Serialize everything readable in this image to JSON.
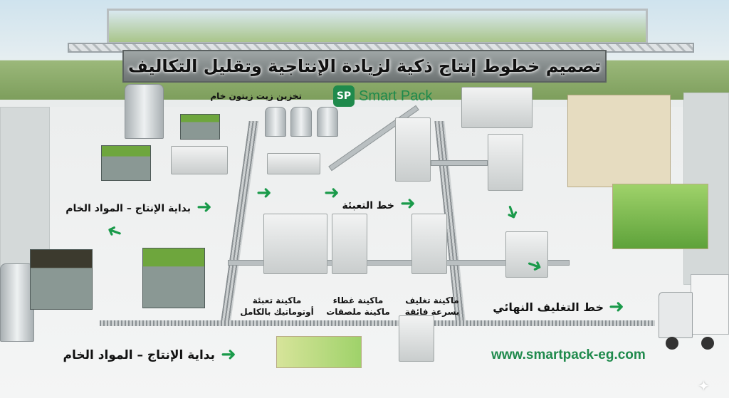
{
  "title": "تصميم خطوط إنتاج ذكية لزيادة الإنتاجية وتقليل التكاليف",
  "brand": {
    "name": "Smart Pack",
    "mark": "SP",
    "color": "#1f8a4c"
  },
  "labels": {
    "oil_storage": "تخزين زيت زيتون خام",
    "start_raw_1": "بداية الإنتاج – المواد الخام",
    "filling_line": "خط التعبئة",
    "filler_machine_1": "ماكينة تعبئة",
    "filler_machine_2": "أوتوماتيك بالكامل",
    "capper_machine_1": "ماكينة غطاء",
    "capper_machine_2": "ماكينة ملصقات",
    "wrapper_machine_1": "ماكينة تغليف",
    "wrapper_machine_2": "بسرعة فائقة",
    "final_packaging": "خط التغليف النهائي",
    "start_raw_2": "بداية الإنتاج – المواد الخام"
  },
  "website": "www.smartpack-eg.com",
  "icons": {
    "arrow": "arrow-right-icon",
    "sparkle": "sparkle-icon"
  }
}
